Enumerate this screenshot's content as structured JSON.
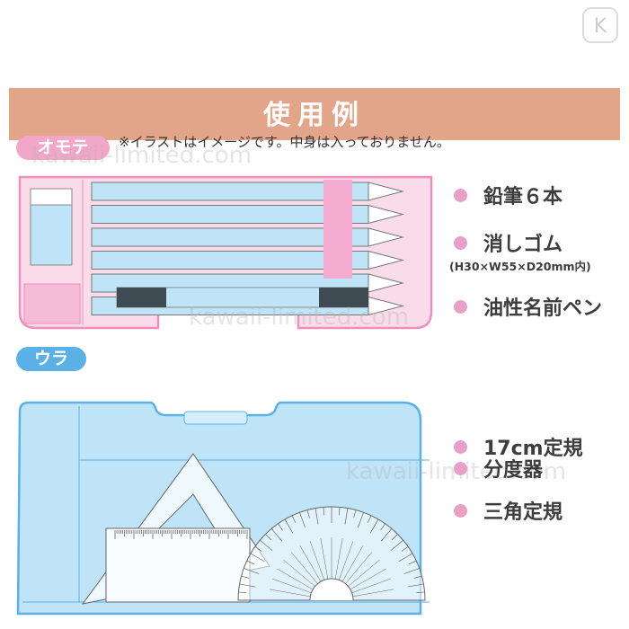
{
  "header": {
    "title": "使用例"
  },
  "front": {
    "badge": "オモテ",
    "note": "※イラストはイメージです。中身は入っておりません。",
    "items": [
      {
        "label": "鉛筆６本"
      },
      {
        "label": "消しゴム",
        "sub": "(H30×W55×D20mm内)"
      },
      {
        "label": "油性名前ペン"
      }
    ]
  },
  "back": {
    "badge": "ウラ",
    "items": [
      {
        "label": "17cm定規"
      },
      {
        "label": "分度器"
      },
      {
        "label": "三角定規"
      }
    ]
  },
  "watermark": "kawaii-limited.com",
  "logo": "K",
  "colors": {
    "band": "#e3a58a",
    "pink": "#f2a6c8",
    "blue": "#5bb0e6",
    "caseBlue": "#bfe3f7"
  }
}
